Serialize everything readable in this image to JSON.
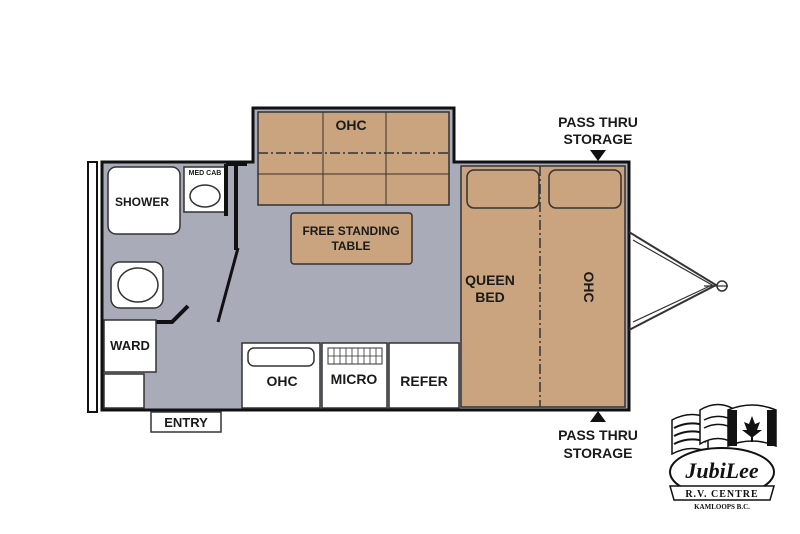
{
  "labels": {
    "slide_ohc": "OHC",
    "shower": "SHOWER",
    "med_cab": "MED CAB",
    "table_line1": "FREE STANDING",
    "table_line2": "TABLE",
    "ward": "WARD",
    "entry": "ENTRY",
    "galley_ohc": "OHC",
    "micro": "MICRO",
    "refer": "REFER",
    "queen_line1": "QUEEN",
    "queen_line2": "BED",
    "bed_ohc": "OHC",
    "storage_top_line1": "PASS THRU",
    "storage_top_line2": "STORAGE",
    "storage_bottom_line1": "PASS THRU",
    "storage_bottom_line2": "STORAGE"
  },
  "logo": {
    "name": "JubiLee",
    "sub": "R.V. CENTRE",
    "location": "KAMLOOPS B.C."
  },
  "colors": {
    "floor": "#a9abb9",
    "cabinet": "#c9a47e",
    "wall": "#111111"
  }
}
